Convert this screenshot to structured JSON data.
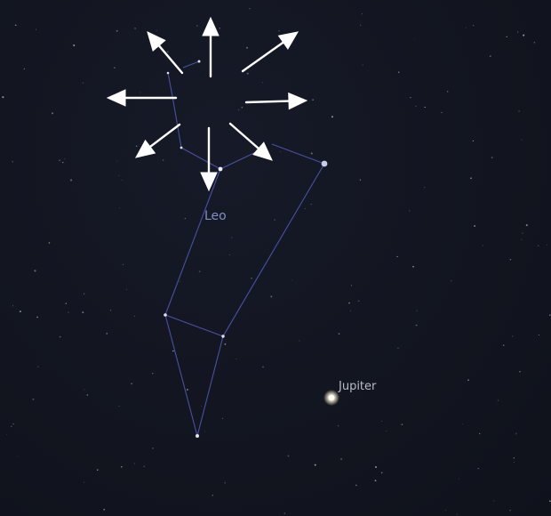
{
  "constellation": {
    "name": "Leo"
  },
  "planet": {
    "name": "Jupiter"
  },
  "colors": {
    "sky": "#111420",
    "constellation_line": "#4a50a0",
    "arrow": "#ffffff",
    "leo_label": "#7f8fc4",
    "jupiter_label": "#b9bdc8"
  },
  "annotation": {
    "type": "radiant-arrows",
    "count": 8,
    "icon": "arrow-icon"
  }
}
